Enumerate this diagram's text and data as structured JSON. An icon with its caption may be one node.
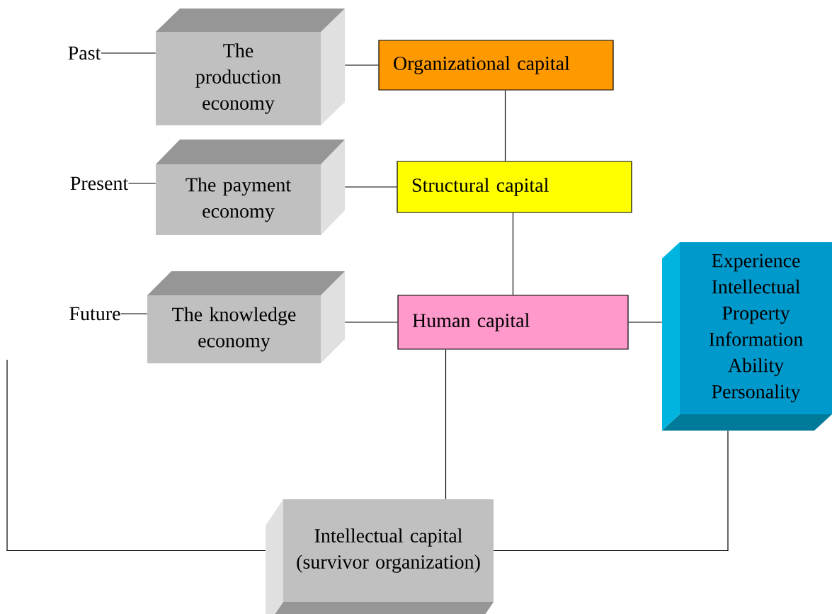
{
  "diagram": {
    "nodes": [
      {
        "text": [
          "Past"
        ]
      },
      {
        "text": [
          "The production economy"
        ]
      },
      {
        "text": [
          "Organizational capital"
        ]
      },
      {
        "text": [
          "Present"
        ]
      },
      {
        "text": [
          "The payment economy"
        ]
      },
      {
        "text": [
          "Structural capital"
        ]
      },
      {
        "text": [
          "Future"
        ]
      },
      {
        "text": [
          "The knowledge economy"
        ]
      },
      {
        "text": [
          "Human capital"
        ]
      },
      {
        "text": [
          "Experience",
          "Intellectual Property",
          "Information",
          "Ability",
          "Personality"
        ]
      },
      {
        "text": [
          "Intellectual capital (survivor organization)"
        ]
      }
    ],
    "edges": [
      {
        "from": 0,
        "to": 1,
        "arrow": "none"
      },
      {
        "from": 1,
        "to": 2,
        "arrow": "none"
      },
      {
        "from": 3,
        "to": 4,
        "arrow": "none"
      },
      {
        "from": 4,
        "to": 5,
        "arrow": "none"
      },
      {
        "from": 2,
        "to": 5,
        "arrow": "none"
      },
      {
        "from": 6,
        "to": 7,
        "arrow": "none"
      },
      {
        "from": 7,
        "to": 8,
        "arrow": "none"
      },
      {
        "from": 5,
        "to": 8,
        "arrow": "none"
      },
      {
        "from": 8,
        "to": 9,
        "arrow": "none"
      },
      {
        "from": 8,
        "to": 10,
        "arrow": "none"
      },
      {
        "from": 9,
        "to": 10,
        "arrow": "none"
      },
      {
        "from": null,
        "to": 10,
        "arrow": "none"
      }
    ]
  }
}
